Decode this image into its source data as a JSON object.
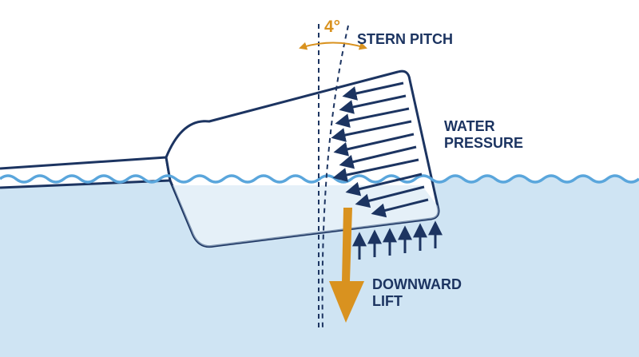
{
  "labels": {
    "angle": "4°",
    "stern_pitch": "STERN PITCH",
    "water_pressure_line1": "WATER",
    "water_pressure_line2": "PRESSURE",
    "downward_lift_line1": "DOWNWARD",
    "downward_lift_line2": "LIFT"
  },
  "colors": {
    "navy": "#1c3461",
    "water": "#cfe4f3",
    "wave": "#5aa6dc",
    "accent": "#d9921f",
    "background": "#ffffff"
  }
}
